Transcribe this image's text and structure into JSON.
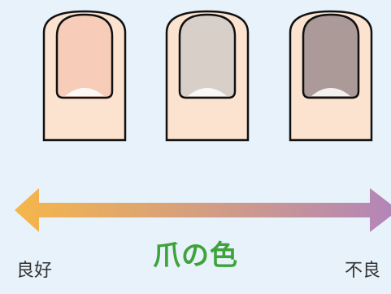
{
  "title": "爪の色",
  "scale": {
    "left_label": "良好",
    "right_label": "不良"
  },
  "nails": [
    {
      "condition": "healthy",
      "nail_color": "#f7cdb9"
    },
    {
      "condition": "pale",
      "nail_color": "#d9cfc9"
    },
    {
      "condition": "dark",
      "nail_color": "#ab9a98"
    }
  ],
  "colors": {
    "background": "#e7f2fb",
    "skin": "#fbe3d0",
    "arrow_left": "#f5b64a",
    "arrow_right": "#b386b8",
    "title": "#3ea33a"
  }
}
